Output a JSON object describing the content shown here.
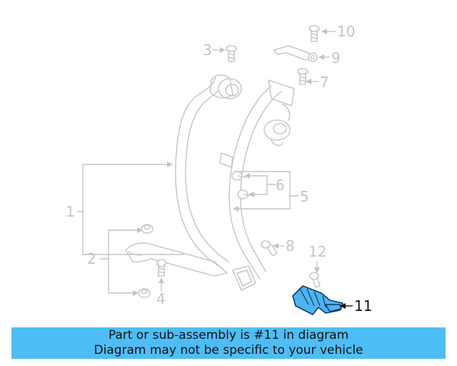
{
  "callouts": {
    "c1": "1",
    "c2": "2",
    "c3": "3",
    "c4": "4",
    "c5": "5",
    "c6": "6",
    "c7": "7",
    "c8": "8",
    "c9": "9",
    "c10": "10",
    "c11": "11",
    "c12": "12"
  },
  "highlighted_part": "11",
  "colors": {
    "highlight_fill": "#4fb3ee",
    "highlight_stroke": "#0d3b66",
    "banner_bg": "#4fbdf5",
    "muted_lines": "#c9c9c9"
  },
  "banner": {
    "line1": "Part or sub-assembly is #11 in diagram",
    "line2": "Diagram may not be specific to your vehicle"
  }
}
